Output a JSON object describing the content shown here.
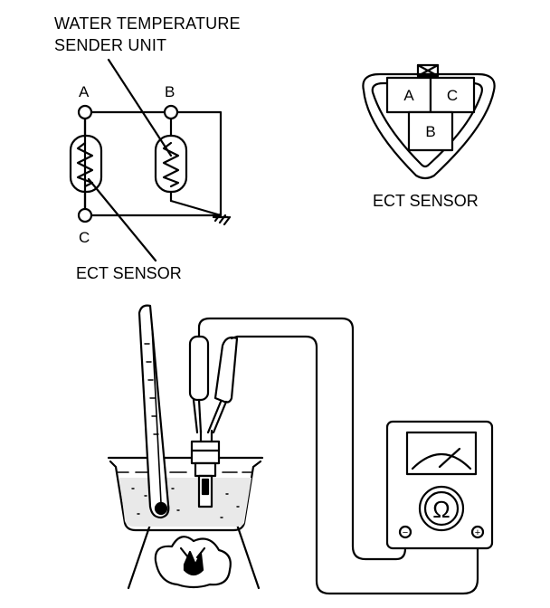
{
  "schematic": {
    "title_line1": "WATER TEMPERATURE",
    "title_line2": "SENDER UNIT",
    "terminal_a": "A",
    "terminal_b": "B",
    "terminal_c": "C",
    "ect_label": "ECT SENSOR"
  },
  "connector": {
    "pin_a": "A",
    "pin_c": "C",
    "pin_b": "B",
    "caption": "ECT SENSOR"
  },
  "ohmmeter": {
    "symbol": "Ω",
    "minus_terminal": "−",
    "plus_terminal": "+"
  },
  "icons": [
    "resistor-coil-icon",
    "ground-icon",
    "ohm-icon",
    "flame-icon",
    "thermometer-icon"
  ]
}
